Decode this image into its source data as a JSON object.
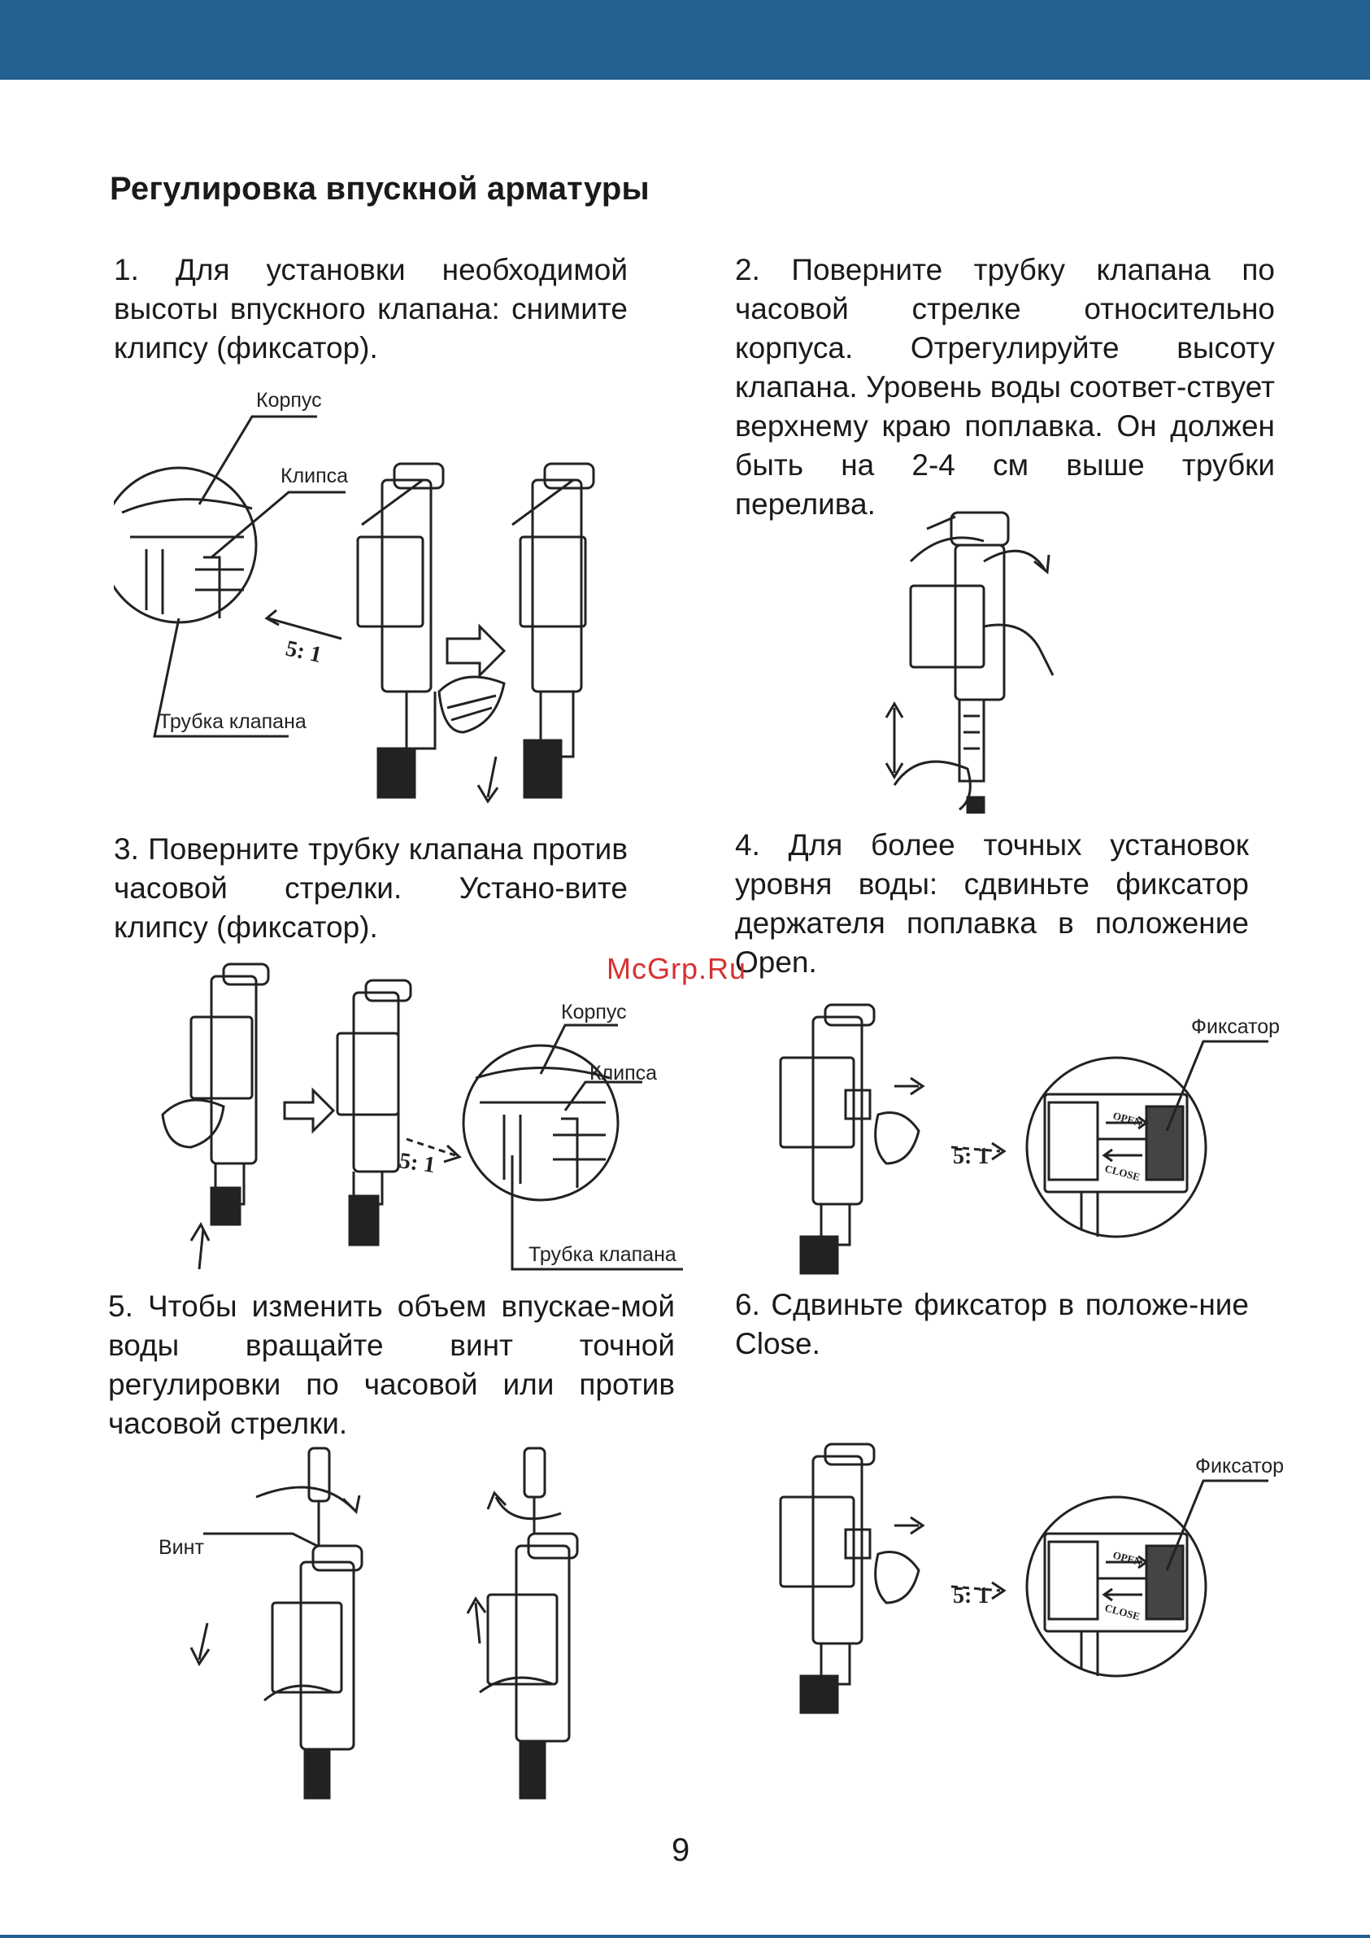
{
  "document": {
    "title": "Регулировка впускной арматуры",
    "page_number": "9",
    "watermark": "McGrp.Ru"
  },
  "steps": [
    {
      "text": "1. Для установки необходимой высоты впускного клапана: снимите клипсу (фиксатор)."
    },
    {
      "text": "2. Поверните трубку клапана по часовой стрелке относительно корпуса. Отрегулируйте высоту клапана. Уровень воды соответ-ствует верхнему краю поплавка. Он должен быть на 2-4 см выше трубки перелива."
    },
    {
      "text": "3. Поверните трубку клапана против часовой стрелки. Устано-вите клипсу (фиксатор)."
    },
    {
      "text": "4. Для более точных установок уровня воды: сдвиньте фиксатор держателя поплавка в положение Open."
    },
    {
      "text": "5. Чтобы изменить объем впускае-мой воды вращайте винт точной регулировки  по часовой или против часовой стрелки."
    },
    {
      "text": "6. Сдвиньте фиксатор  в положе-ние Close."
    }
  ],
  "figures": {
    "fig1": {
      "housing": "Корпус",
      "clip": "Клипса",
      "tube": "Трубка клапана",
      "ratio": "5: 1"
    },
    "fig3": {
      "housing": "Корпус",
      "clip": "Клипса",
      "tube": "Трубка клапана",
      "ratio": "5: 1"
    },
    "fig4": {
      "retainer": "Фиксатор",
      "ratio": "5: 1",
      "open": "OPEN",
      "close": "CLOSE"
    },
    "fig5": {
      "screw": "Винт"
    },
    "fig6": {
      "retainer": "Фиксатор",
      "ratio": "5: 1",
      "open": "OPEN",
      "close": "CLOSE"
    }
  }
}
